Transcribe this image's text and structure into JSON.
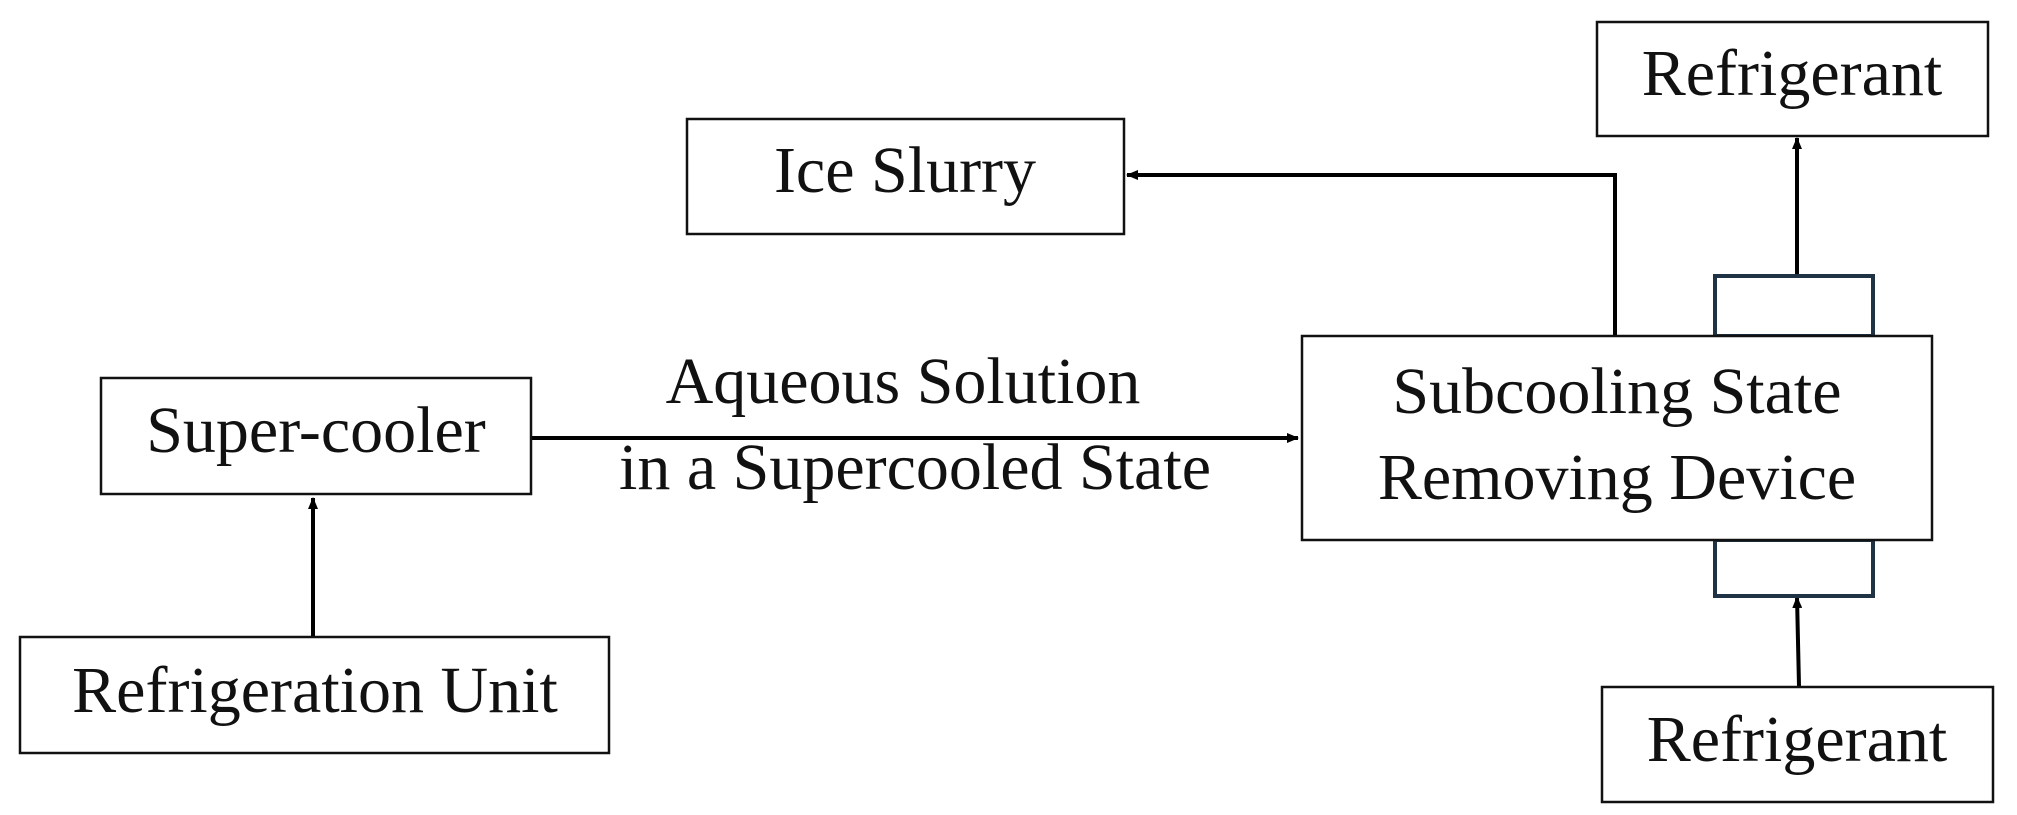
{
  "nodes": {
    "ice_slurry": "Ice Slurry",
    "refrigerant_top": "Refrigerant",
    "super_cooler": "Super-cooler",
    "removing_device_line1": "Subcooling State",
    "removing_device_line2": "Removing Device",
    "refrigeration_unit": "Refrigeration Unit",
    "refrigerant_bottom": "Refrigerant"
  },
  "edges": {
    "main_flow_line1": "Aqueous Solution",
    "main_flow_line2": "in a Supercooled State"
  }
}
